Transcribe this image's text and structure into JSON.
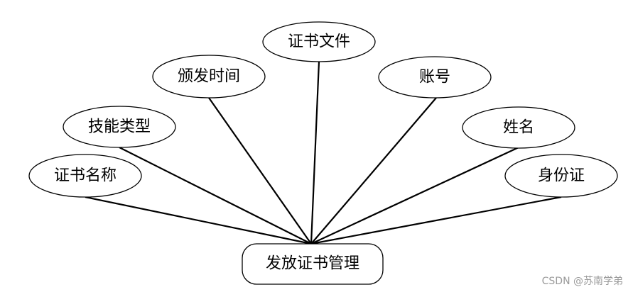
{
  "diagram": {
    "entity": {
      "label": "发放证书管理"
    },
    "attributes": [
      {
        "id": "cert-name",
        "label": "证书名称"
      },
      {
        "id": "skill-type",
        "label": "技能类型"
      },
      {
        "id": "issue-time",
        "label": "颁发时间"
      },
      {
        "id": "cert-file",
        "label": "证书文件"
      },
      {
        "id": "account",
        "label": "账号"
      },
      {
        "id": "name",
        "label": "姓名"
      },
      {
        "id": "id-card",
        "label": "身份证"
      }
    ]
  },
  "watermark": "CSDN @苏南学弟"
}
